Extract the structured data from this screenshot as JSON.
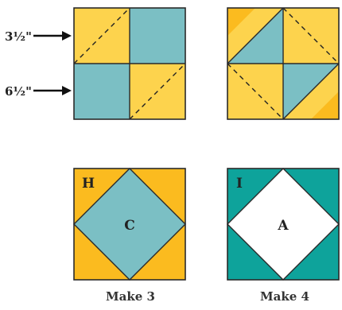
{
  "colors": {
    "yellow": "#FDD34D",
    "blue": "#7BBFC4",
    "gold": "#FBBB1F",
    "teal": "#0EA39B",
    "white": "#FFFFFF",
    "outline": "#2A2A2A"
  },
  "measure_labels": {
    "small": "3½\"",
    "large": "6½\""
  },
  "blocks": {
    "h": {
      "corner_label": "H",
      "center_label": "C",
      "caption": "Make 3"
    },
    "i": {
      "corner_label": "I",
      "center_label": "A",
      "caption": "Make 4"
    }
  }
}
